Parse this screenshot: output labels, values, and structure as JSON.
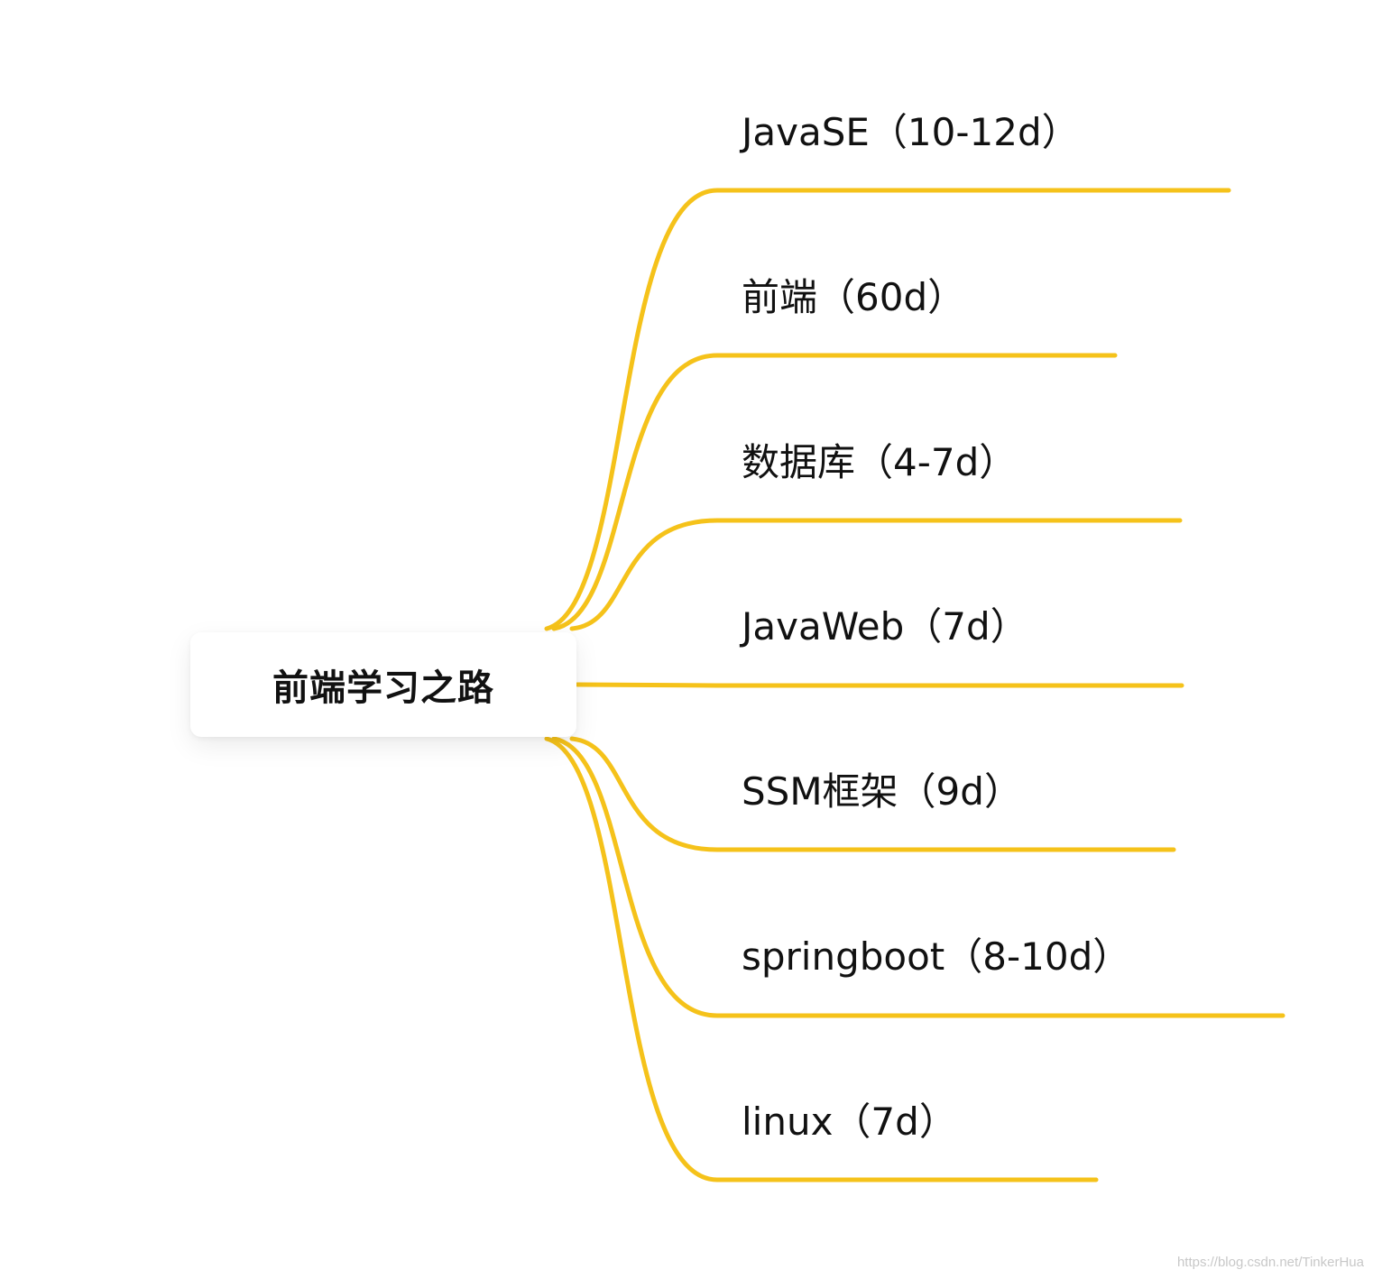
{
  "root": {
    "label": "前端学习之路"
  },
  "branches": [
    {
      "label": "JavaSE（10-12d）"
    },
    {
      "label": "前端（60d）"
    },
    {
      "label": "数据库（4-7d）"
    },
    {
      "label": "JavaWeb（7d）"
    },
    {
      "label": "SSM框架（9d）"
    },
    {
      "label": "springboot（8-10d）"
    },
    {
      "label": "linux（7d）"
    }
  ],
  "colors": {
    "branch_line": "#F5C21A",
    "text": "#111111",
    "background": "#ffffff"
  },
  "watermark": "https://blog.csdn.net/TinkerHua"
}
